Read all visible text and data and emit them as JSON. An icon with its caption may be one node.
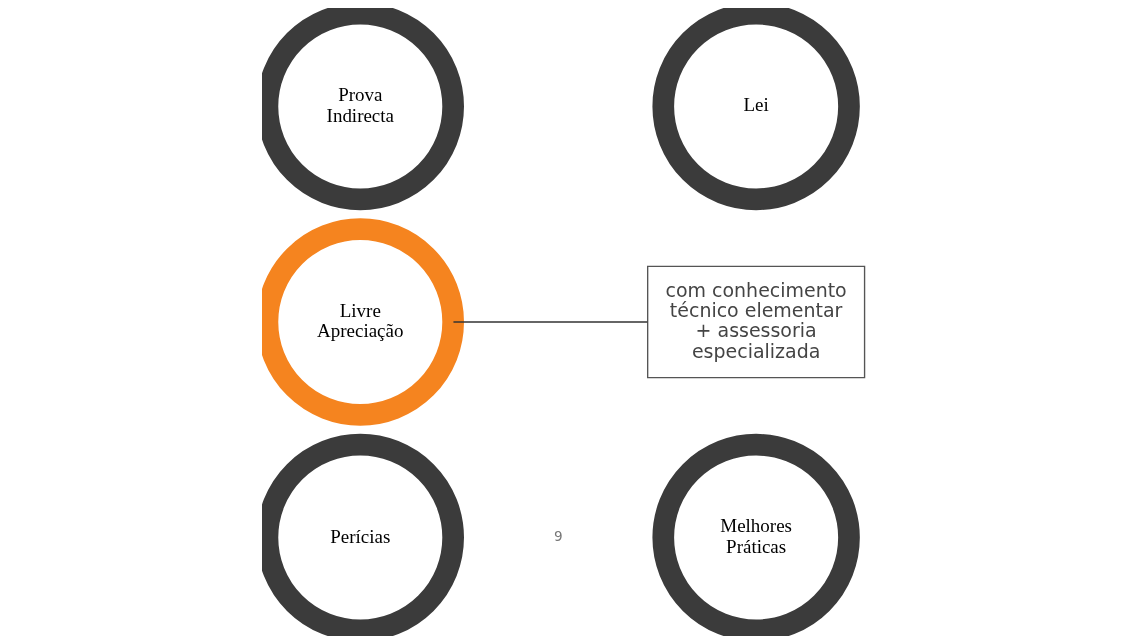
{
  "diagram": {
    "nodes": [
      {
        "text": [
          "Prova Indirecta"
        ]
      },
      {
        "text": [
          "Lei"
        ]
      },
      {
        "text": [
          "Livre Apreciação"
        ]
      },
      {
        "text": [
          "com conhecimento técnico elementar + assessoria especializada"
        ]
      },
      {
        "text": [
          "Perícias"
        ]
      },
      {
        "text": [
          "Melhores Práticas"
        ]
      }
    ],
    "edges": [
      {
        "from": 3,
        "to": 2,
        "arrow": "none"
      }
    ],
    "labels": [
      "9"
    ]
  }
}
